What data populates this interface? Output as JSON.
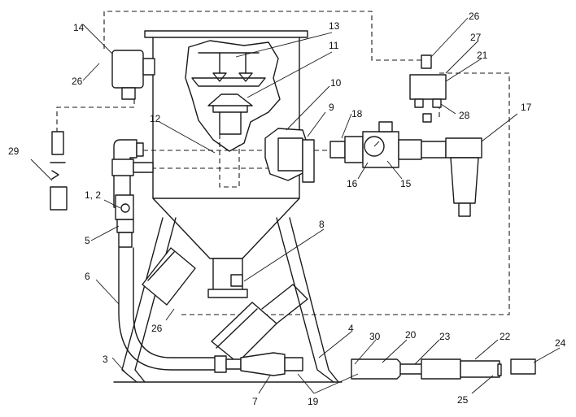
{
  "callouts": [
    {
      "id": "c1-2",
      "label": "1, 2"
    },
    {
      "id": "c3",
      "label": "3"
    },
    {
      "id": "c4",
      "label": "4"
    },
    {
      "id": "c5",
      "label": "5"
    },
    {
      "id": "c6",
      "label": "6"
    },
    {
      "id": "c7",
      "label": "7"
    },
    {
      "id": "c8",
      "label": "8"
    },
    {
      "id": "c9",
      "label": "9"
    },
    {
      "id": "c10",
      "label": "10"
    },
    {
      "id": "c11",
      "label": "11"
    },
    {
      "id": "c12",
      "label": "12"
    },
    {
      "id": "c13",
      "label": "13"
    },
    {
      "id": "c14",
      "label": "14"
    },
    {
      "id": "c15",
      "label": "15"
    },
    {
      "id": "c16",
      "label": "16"
    },
    {
      "id": "c17",
      "label": "17"
    },
    {
      "id": "c18",
      "label": "18"
    },
    {
      "id": "c19",
      "label": "19"
    },
    {
      "id": "c20",
      "label": "20"
    },
    {
      "id": "c21",
      "label": "21"
    },
    {
      "id": "c22",
      "label": "22"
    },
    {
      "id": "c23",
      "label": "23"
    },
    {
      "id": "c24",
      "label": "24"
    },
    {
      "id": "c25",
      "label": "25"
    },
    {
      "id": "c26a",
      "label": "26"
    },
    {
      "id": "c26b",
      "label": "26"
    },
    {
      "id": "c26c",
      "label": "26"
    },
    {
      "id": "c27",
      "label": "27"
    },
    {
      "id": "c28",
      "label": "28"
    },
    {
      "id": "c29",
      "label": "29"
    },
    {
      "id": "c30",
      "label": "30"
    }
  ]
}
